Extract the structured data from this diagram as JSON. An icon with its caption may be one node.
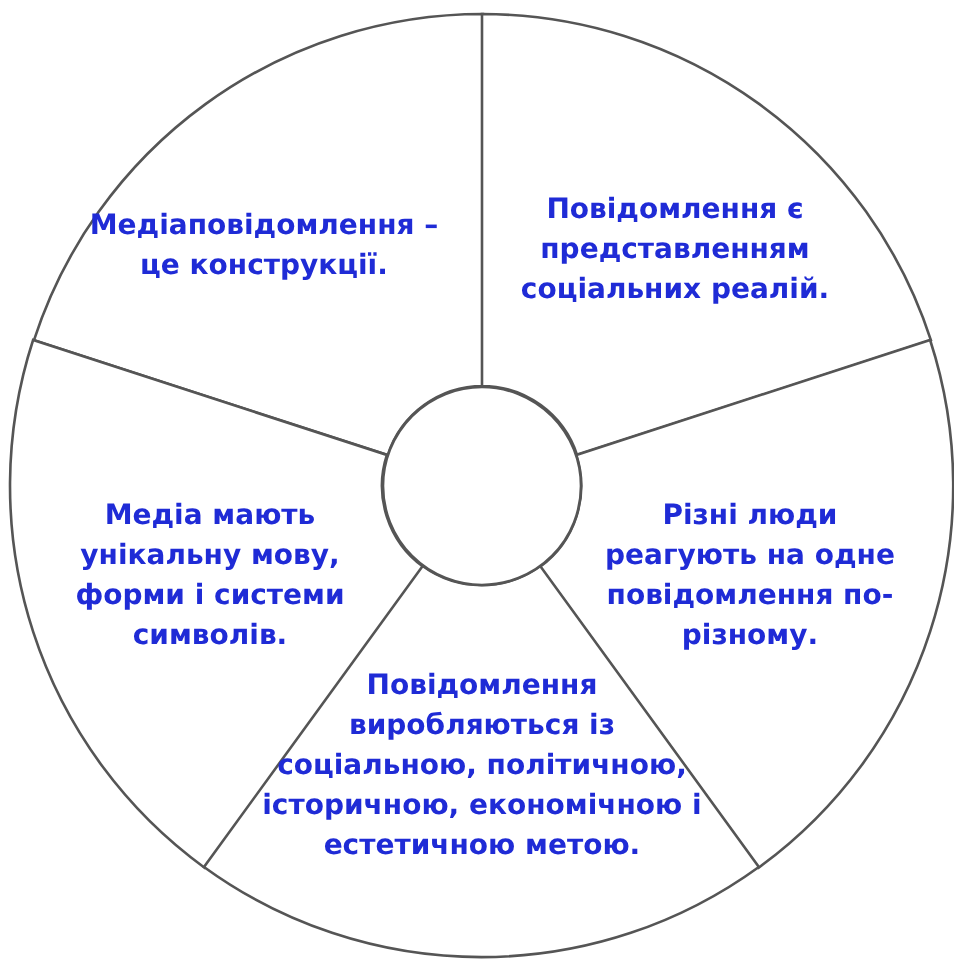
{
  "diagram": {
    "nodes": [
      {
        "text": [
          "Медіаповідомлення – це конструкції."
        ]
      },
      {
        "text": [
          "Повідомлення є представленням соціальних реалій."
        ]
      },
      {
        "text": [
          "Медіа мають унікальну мову, форми і системи символів."
        ]
      },
      {
        "text": [
          "Різні люди реагують на одне повідомлення по-різному."
        ]
      },
      {
        "text": [
          "Повідомлення виробляються із соціальною, політичною, історичною, економічною і естетичною метою."
        ]
      },
      {
        "text": [],
        "shape": "circle"
      }
    ],
    "edges": []
  }
}
